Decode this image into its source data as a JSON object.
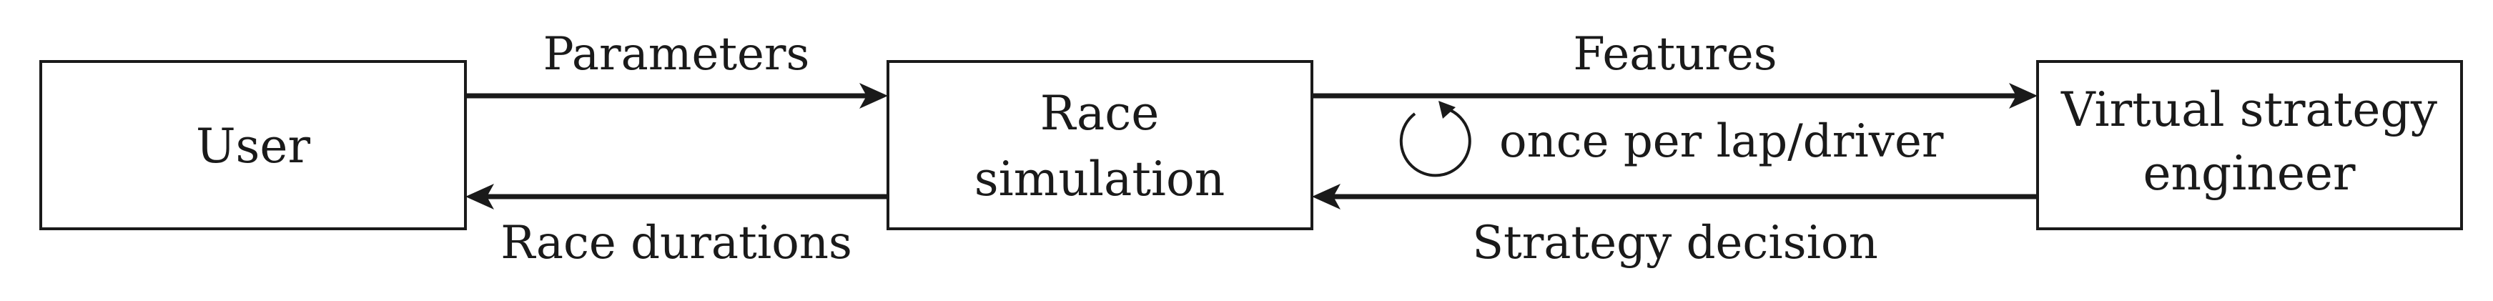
{
  "nodes": {
    "user": {
      "label": "User"
    },
    "race_simulation": {
      "line1": "Race",
      "line2": "simulation"
    },
    "virtual_strategy_engineer": {
      "line1": "Virtual strategy",
      "line2": "engineer"
    }
  },
  "edges": {
    "parameters": "Parameters",
    "race_durations": "Race durations",
    "features": "Features",
    "strategy_decision": "Strategy decision"
  },
  "loop_note": {
    "label": "once per lap/driver"
  }
}
